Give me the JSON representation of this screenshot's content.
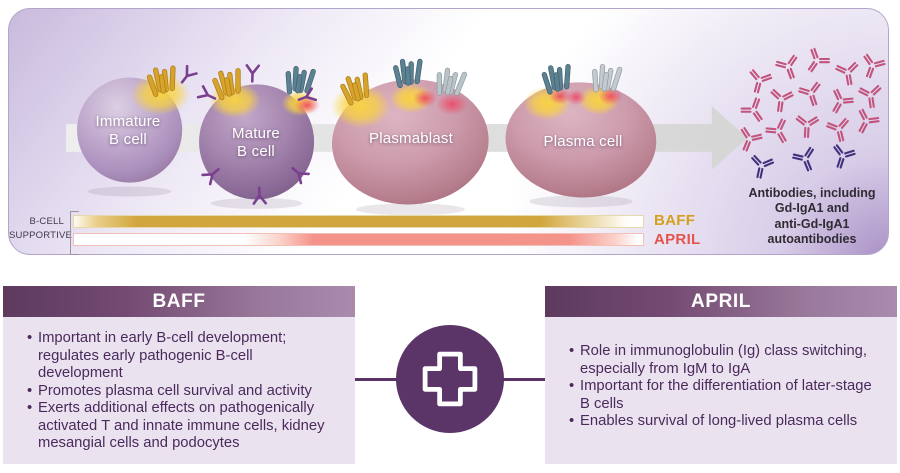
{
  "top_diagram": {
    "stages": [
      {
        "label": "Immature\nB cell"
      },
      {
        "label": "Mature\nB cell"
      },
      {
        "label": "Plasmablast"
      },
      {
        "label": "Plasma cell"
      }
    ],
    "antibodies_caption": "Antibodies, including\nGd-IgA1 and\nanti-Gd-IgA1\nautoantibodies",
    "axis_label": "B-CELL\nSUPPORTIVE",
    "baff_bar_label": "BAFF",
    "april_bar_label": "APRIL",
    "colors": {
      "baff_bar": "#d2a63e",
      "baff_label": "#d2a01e",
      "april_bar": "#f4938a",
      "april_label": "#e2544c",
      "accent_purple": "#5b3468",
      "antibody_pink": "#c2537c",
      "antibody_dark": "#41307b"
    }
  },
  "baff_panel": {
    "title": "BAFF",
    "bullets": [
      "Important in early B-cell development; regulates early pathogenic B-cell development",
      "Promotes plasma cell survival and activity",
      "Exerts additional effects on pathogenically activated T and innate immune cells, kidney mesangial cells and podocytes"
    ]
  },
  "april_panel": {
    "title": "APRIL",
    "bullets": [
      "Role in immunoglobulin (Ig) class switching, especially from IgM to IgA",
      "Important for the differentiation of later-stage B cells",
      "Enables survival of long-lived plasma cells"
    ]
  }
}
